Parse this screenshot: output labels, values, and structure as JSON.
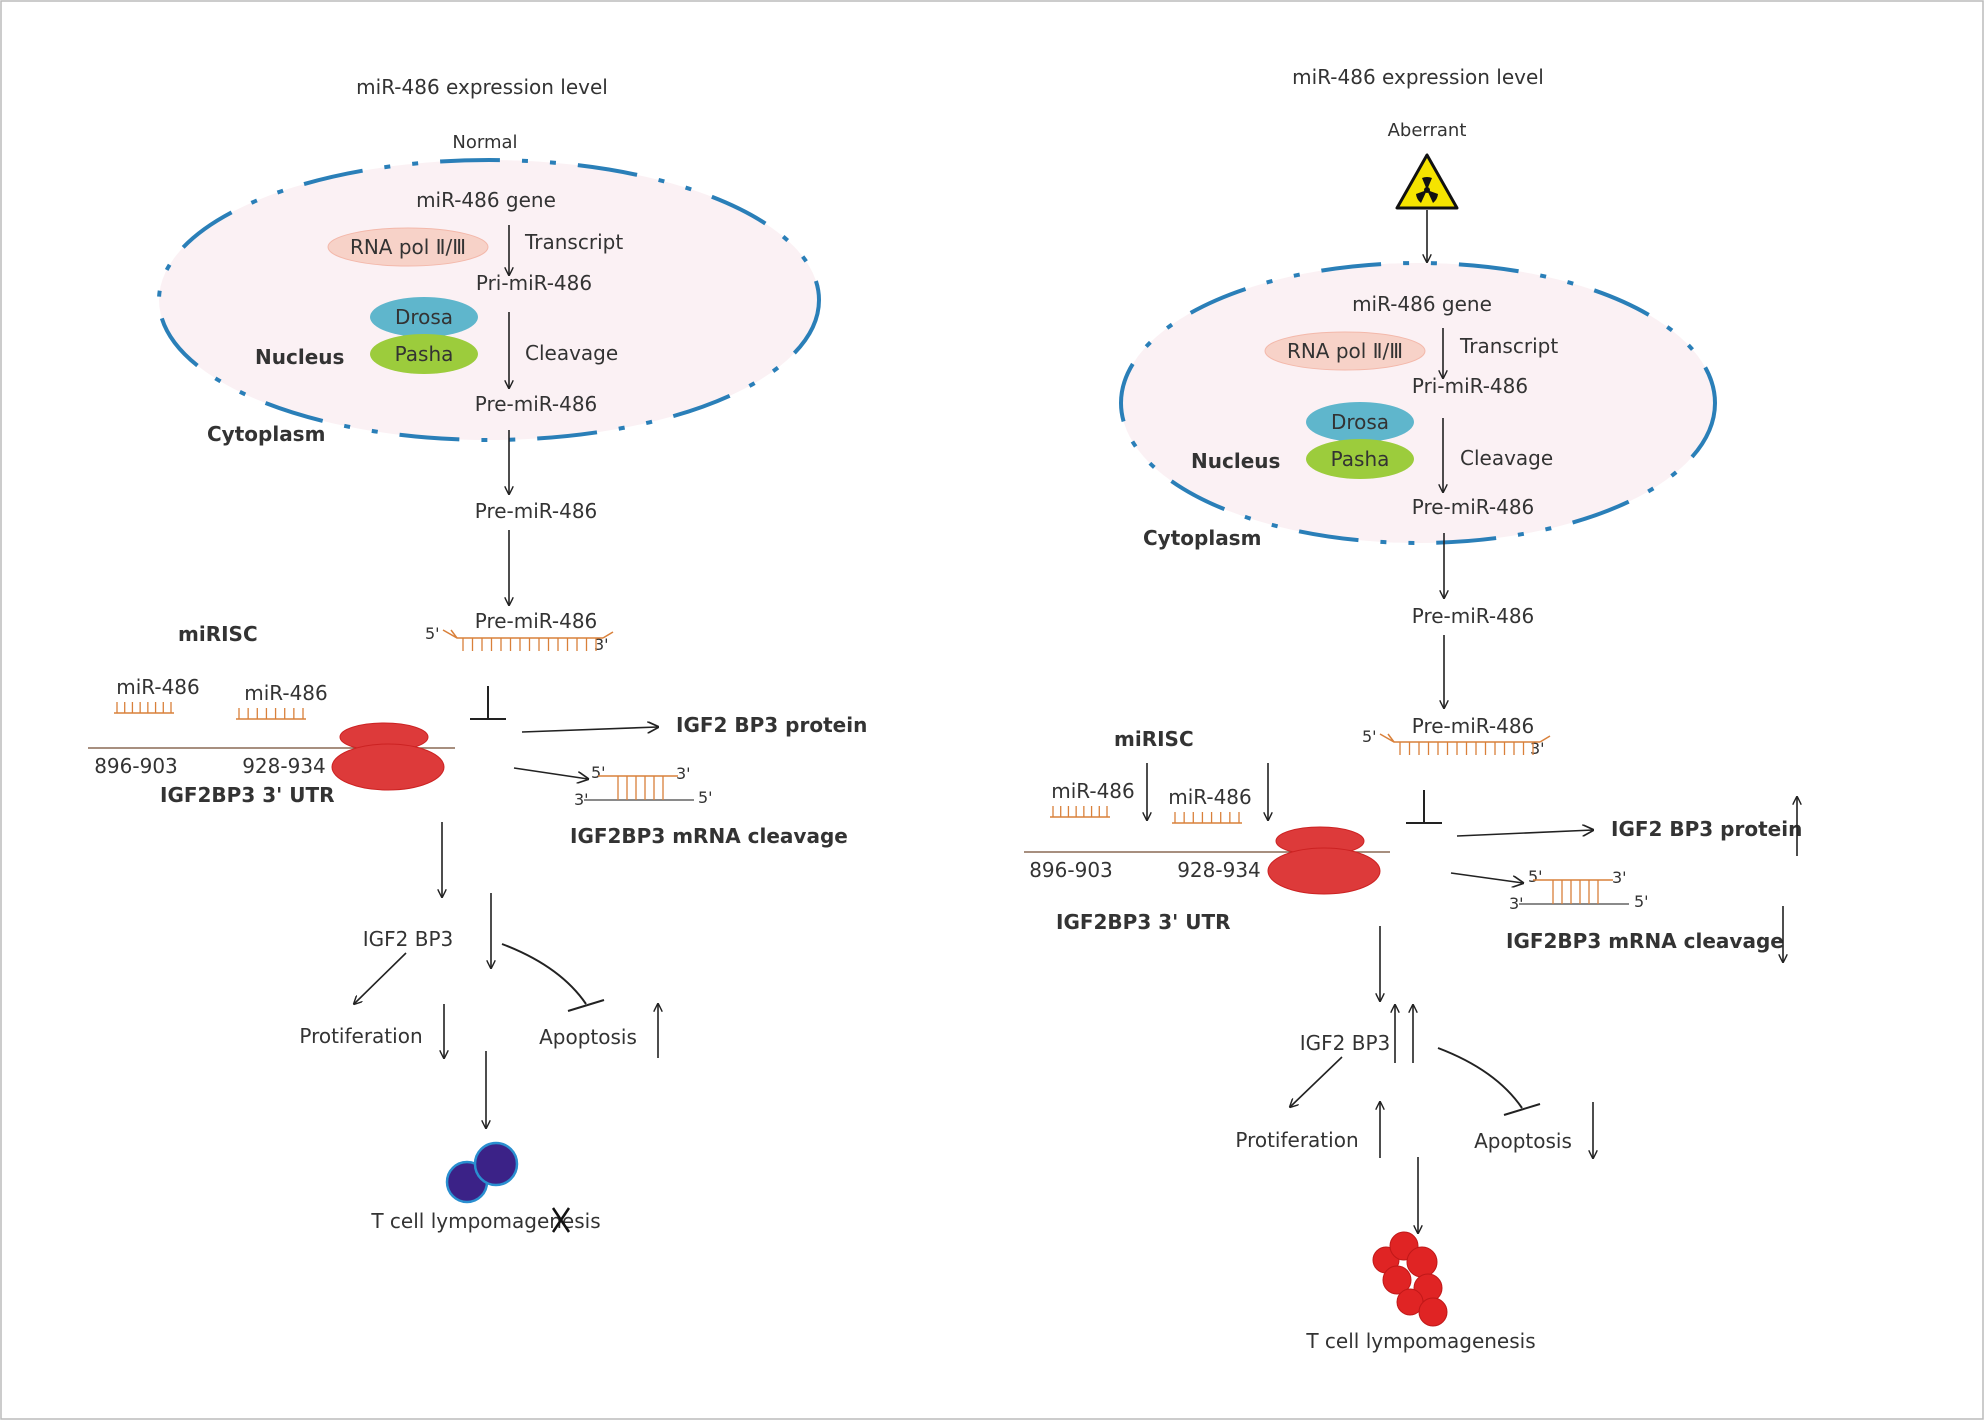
{
  "colors": {
    "nucleus_outline": "#2a7fb8",
    "nucleus_fill": "#fbf1f4",
    "rna_pol_fill": "#f7d2c8",
    "drosa_fill": "#5fb6cc",
    "pasha_fill": "#9ccc3c",
    "ribosome_fill": "#dd3a3a",
    "rna_strand": "#d9803a",
    "normal_cell_fill": "#3b2287",
    "aberrant_cell_fill": "#e02424",
    "hazard_fill": "#f5e400"
  },
  "icons": [
    "radiation-hazard-icon",
    "ribosome-icon",
    "cross-mark-icon",
    "cell-cluster-icon"
  ],
  "left": {
    "expression_title": "miR-486 expression   level",
    "condition": "Normal",
    "gene": "miR-486 gene",
    "rna_pol": "RNA pol Ⅱ/Ⅲ",
    "transcript": "Transcript",
    "pri_mir": "Pri-miR-486",
    "drosa": "Drosa",
    "pasha": "Pasha",
    "cleavage": "Cleavage",
    "nucleus": "Nucleus",
    "pre_mir_nucleus": "Pre-miR-486",
    "cytoplasm": "Cytoplasm",
    "pre_mir_cytoplasm": "Pre-miR-486",
    "pre_mir_duplex": "Pre-miR-486",
    "five_prime": "5'",
    "three_prime": "3'",
    "mirisc": "miRISC",
    "mir_a": "miR-486",
    "mir_b": "miR-486",
    "site_a": "896-903",
    "site_b": "928-934",
    "utr": "IGF2BP3  3' UTR",
    "protein": "IGF2 BP3 protein",
    "duplex_5a": "5'",
    "duplex_3a": "3'",
    "duplex_3b": "3'",
    "duplex_5b": "5'",
    "mrna_cleavage": "IGF2BP3  mRNA  cleavage",
    "igf2bp3": "IGF2 BP3",
    "proliferation": "Protiferation",
    "apoptosis": "Apoptosis",
    "outcome": "T cell lympomagenesis"
  },
  "right": {
    "expression_title": "miR-486 expression   level",
    "condition": "Aberrant",
    "gene": "miR-486 gene",
    "rna_pol": "RNA pol Ⅱ/Ⅲ",
    "transcript": "Transcript",
    "pri_mir": "Pri-miR-486",
    "drosa": "Drosa",
    "pasha": "Pasha",
    "cleavage": "Cleavage",
    "nucleus": "Nucleus",
    "pre_mir_nucleus": "Pre-miR-486",
    "cytoplasm": "Cytoplasm",
    "pre_mir_cytoplasm": "Pre-miR-486",
    "pre_mir_duplex": "Pre-miR-486",
    "five_prime": "5'",
    "three_prime": "3'",
    "mirisc": "miRISC",
    "mir_a": "miR-486",
    "mir_b": "miR-486",
    "site_a": "896-903",
    "site_b": "928-934",
    "utr": "IGF2BP3  3' UTR",
    "protein": "IGF2 BP3 protein",
    "duplex_5a": "5'",
    "duplex_3a": "3'",
    "duplex_3b": "3'",
    "duplex_5b": "5'",
    "mrna_cleavage": "IGF2BP3  mRNA  cleavage",
    "igf2bp3": "IGF2 BP3",
    "proliferation": "Protiferation",
    "apoptosis": "Apoptosis",
    "outcome": "T cell lympomagenesis"
  }
}
